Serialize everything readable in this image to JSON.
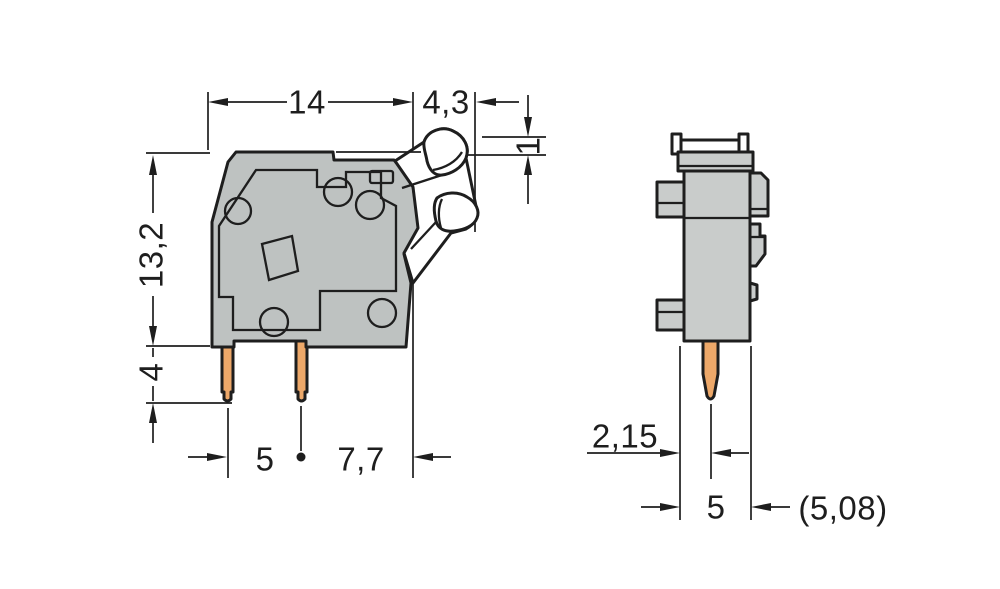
{
  "drawing_title": "terminal-block-dimension-drawing",
  "colors": {
    "background": "#ffffff",
    "line": "#1e1e1e",
    "housing": "#c9cccb",
    "housing_dark": "#bec2c1",
    "pin_copper": "#eda869",
    "lever_white": "#ffffff"
  },
  "front_view": {
    "dim_width": "14",
    "dim_lever_width": "4,3",
    "dim_lever_protrusion": "1",
    "dim_height": "13,2",
    "dim_pin_length": "4",
    "dim_pin_pitch": "5",
    "dim_pin_to_edge": "7,7"
  },
  "side_view": {
    "dim_edge_to_pin": "2,15",
    "dim_depth": "5",
    "dim_grid_pitch": "(5,08)"
  }
}
